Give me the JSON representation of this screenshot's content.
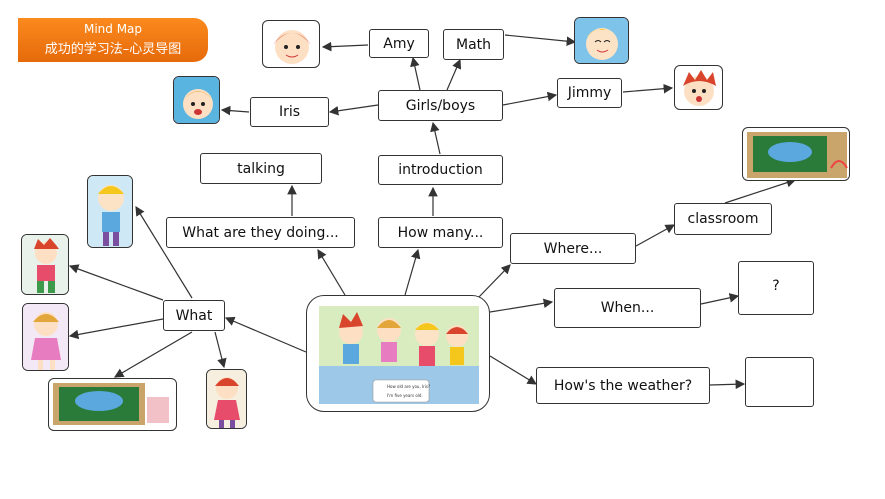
{
  "banner": {
    "title": "Mind Map",
    "subtitle": "成功的学习法–心灵导图"
  },
  "nodes": {
    "amy": "Amy",
    "math": "Math",
    "iris": "Iris",
    "girls_boys": "Girls/boys",
    "jimmy": "Jimmy",
    "talking": "talking",
    "introduction": "introduction",
    "what_doing": "What are they doing...",
    "how_many": "How many...",
    "where": "Where...",
    "classroom": "classroom",
    "when": "When...",
    "question": "?",
    "weather": "How's the weather?",
    "what": "What"
  },
  "central_image": {
    "speech_line1": "How old are you, Iris?",
    "speech_line2": "I'm five years old."
  },
  "colors": {
    "banner": "#f07b14",
    "board": "#2a7a3a",
    "line": "#333333"
  }
}
